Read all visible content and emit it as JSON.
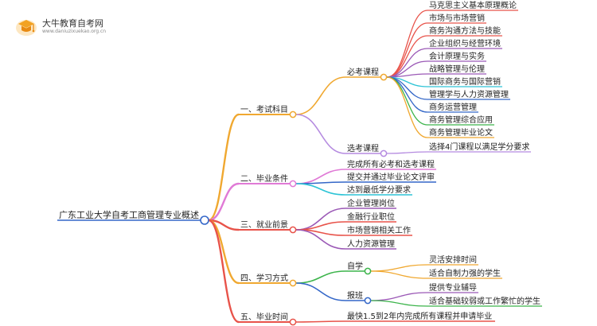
{
  "logo": {
    "title": "大牛教育自考网",
    "url": "www.daniuzixuekao.org.cn",
    "icon": "graduation-cap-icon"
  },
  "mindmap": {
    "root": "广东工业大学自考工商管理专业概述",
    "branches": [
      {
        "label": "一、考试科目",
        "color": "#f0a830",
        "children": [
          {
            "label": "必考课程",
            "color": "#f0a830",
            "children": [
              {
                "label": "马克思主义基本原理概论",
                "color": "#e8534a"
              },
              {
                "label": "市场与市场营销",
                "color": "#e8534a"
              },
              {
                "label": "商务沟通方法与技能",
                "color": "#e8534a"
              },
              {
                "label": "企业组织与经营环境",
                "color": "#9b59b6"
              },
              {
                "label": "会计原理与实务",
                "color": "#9b59b6"
              },
              {
                "label": "战略管理与伦理",
                "color": "#9b59b6"
              },
              {
                "label": "国际商务与国际营销",
                "color": "#2ec4d6"
              },
              {
                "label": "管理学与人力资源管理",
                "color": "#3467c8"
              },
              {
                "label": "商务运营管理",
                "color": "#3467c8"
              },
              {
                "label": "商务管理综合应用",
                "color": "#3cb44b"
              },
              {
                "label": "商务管理毕业论文",
                "color": "#f0a830"
              }
            ]
          },
          {
            "label": "选考课程",
            "color": "#b58be0",
            "children": [
              {
                "label": "选择4门课程以满足学分要求",
                "color": "#b58be0"
              }
            ]
          }
        ]
      },
      {
        "label": "二、毕业条件",
        "color": "#e07ad6",
        "children": [
          {
            "label": "完成所有必考和选考课程",
            "color": "#e07ad6"
          },
          {
            "label": "提交并通过毕业论文评审",
            "color": "#3467c8"
          },
          {
            "label": "达到最低学分要求",
            "color": "#2ec4d6"
          }
        ]
      },
      {
        "label": "三、就业前景",
        "color": "#e8534a",
        "children": [
          {
            "label": "企业管理岗位",
            "color": "#9b59b6"
          },
          {
            "label": "金融行业职位",
            "color": "#e8534a"
          },
          {
            "label": "市场营销相关工作",
            "color": "#e8534a"
          },
          {
            "label": "人力资源管理",
            "color": "#9b59b6"
          }
        ]
      },
      {
        "label": "四、学习方式",
        "color": "#f0a830",
        "children": [
          {
            "label": "自学",
            "color": "#3cb44b",
            "children": [
              {
                "label": "灵活安排时间",
                "color": "#f0a830"
              },
              {
                "label": "适合自制力强的学生",
                "color": "#f0a830"
              }
            ]
          },
          {
            "label": "报班",
            "color": "#3467c8",
            "children": [
              {
                "label": "提供专业辅导",
                "color": "#9b59b6"
              },
              {
                "label": "适合基础较弱或工作繁忙的学生",
                "color": "#3cb44b"
              }
            ]
          }
        ]
      },
      {
        "label": "五、毕业时间",
        "color": "#e8534a",
        "children": [
          {
            "label": "最快1.5到2年内完成所有课程并申请毕业",
            "color": "#e8534a"
          }
        ]
      }
    ]
  }
}
